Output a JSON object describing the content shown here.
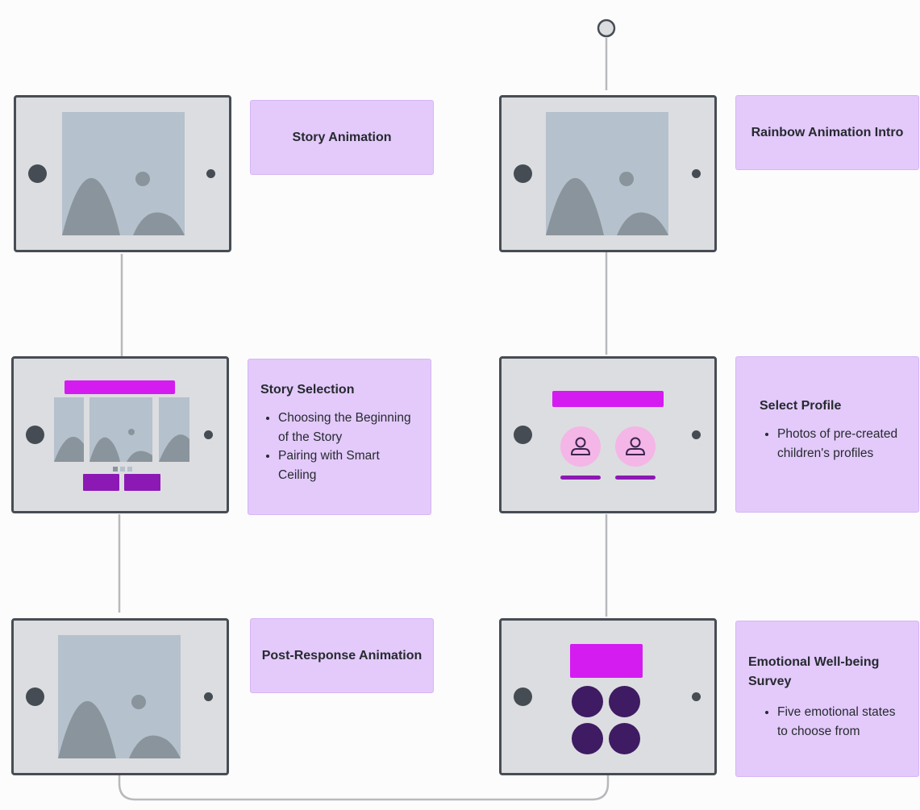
{
  "nodes": {
    "story_animation": {
      "title": "Story Animation"
    },
    "rainbow_intro": {
      "title": "Rainbow Animation Intro"
    },
    "story_selection": {
      "title": "Story Selection",
      "bullets": [
        "Choosing the Beginning of the Story",
        "Pairing with Smart Ceiling"
      ]
    },
    "select_profile": {
      "title": "Select Profile",
      "bullets": [
        "Photos of pre-created children's profiles"
      ]
    },
    "post_response": {
      "title": "Post-Response Animation"
    },
    "wellbeing_survey": {
      "title": "Emotional Well-being Survey",
      "bullets": [
        "Five emotional states to choose from"
      ]
    }
  },
  "icons": {
    "start": "start-node-icon",
    "placeholder": "image-placeholder-icon",
    "profile": "user-icon"
  },
  "colors": {
    "note_fill": "#e3cafa",
    "tablet_fill": "#dcdde0",
    "accent_magenta": "#d41cf0",
    "accent_purple": "#8c19b4",
    "dark_purple": "#3e1b62",
    "avatar_pink": "#f4b6e6"
  }
}
